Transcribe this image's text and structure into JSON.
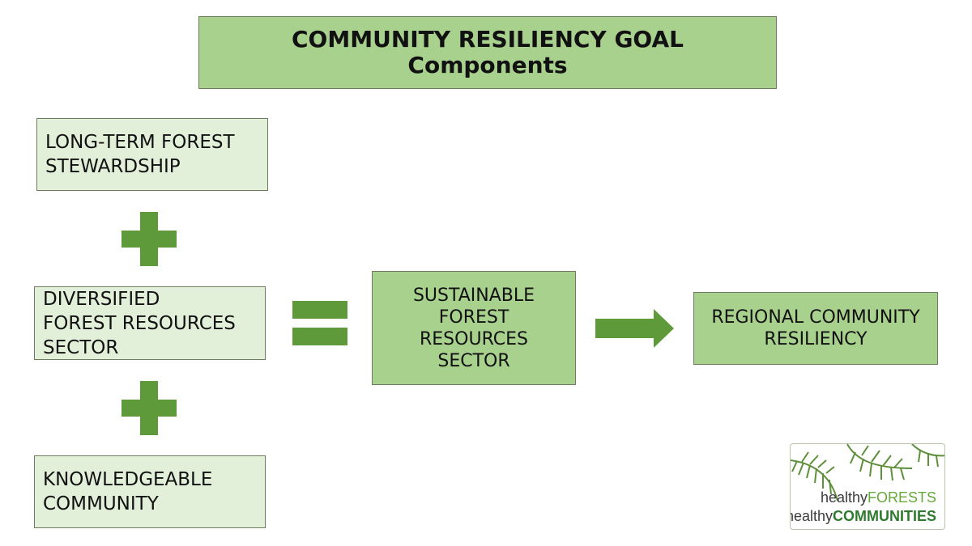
{
  "title": {
    "line1": "COMMUNITY RESILIENCY GOAL",
    "line2": "Components"
  },
  "components": {
    "stewardship": "LONG-TERM FOREST\nSTEWARDSHIP",
    "diversified": "DIVERSIFIED\nFOREST RESOURCES\nSECTOR",
    "knowledgeable": "KNOWLEDGEABLE\nCOMMUNITY"
  },
  "result": {
    "sustainable": "SUSTAINABLE\nFOREST\nRESOURCES\nSECTOR",
    "regional": "REGIONAL COMMUNITY\nRESILIENCY"
  },
  "logo": {
    "line1_lower": "healthy",
    "line1_upper": "FORESTS",
    "line2_lower": "healthy",
    "line2_upper": "COMMUNITIES"
  },
  "colors": {
    "title_fill": "#a9d18e",
    "light_fill": "#e2efd9",
    "symbol_fill": "#5f9a3a"
  },
  "symbols": {
    "plus1": "plus-icon",
    "plus2": "plus-icon",
    "equals": "equals-icon",
    "arrow": "arrow-right-icon"
  }
}
